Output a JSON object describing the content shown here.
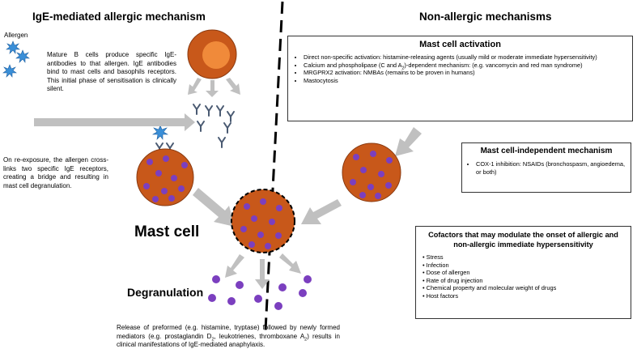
{
  "left_title": "IgE-mediated allergic mechanism",
  "right_title": "Non-allergic mechanisms",
  "allergen_label": "Allergen",
  "sensitisation_text": "Mature B cells produce specific IgE-antibodies to that allergen. IgE antibodies bind to mast cells and basophils receptors. This initial phase of sensitisation is clinically silent.",
  "reexposure_text": "On re-exposure, the allergen cross-links two specific IgE receptors, creating a bridge and resulting in mast cell degranulation.",
  "mast_cell_label": "Mast cell",
  "degranulation_label": "Degranulation",
  "release_text": {
    "p1": "Release of preformed (e.g. histamine, tryptase) followed by newly formed mediators (e.g. prostaglandin D",
    "p1_sub": "2",
    "p2": ", leukotrienes, thromboxane A",
    "p2_sub": "2",
    "p3": ") results in clinical manifestations of IgE-mediated anaphylaxis."
  },
  "mast_cell_activation": {
    "title": "Mast cell activation",
    "items": [
      "Direct non-specific activation: histamine-releasing agents (usually mild or moderate immediate hypersensitivity)",
      "MRGPRX2 activation: NMBAs (remains to be proven in humans)",
      "Mastocytosis"
    ],
    "calcium_item": {
      "pre": "Calcium and phospholipase (C and A",
      "sub": "2",
      "post": ")-dependent mechanism:  (e.g. vancomycin and red man syndrome)"
    }
  },
  "independent": {
    "title": "Mast cell-independent mechanism",
    "items": [
      "COX-1 inhibition: NSAIDs (bronchospasm, angioedema, or both)"
    ]
  },
  "cofactors": {
    "title": "Cofactors that may modulate the onset of allergic and non-allergic immediate hypersensitivity",
    "items": [
      "Stress",
      "Infection",
      "Dose of allergen",
      "Rate of drug injection",
      "Chemical property and molecular weight of drugs",
      "Host factors"
    ]
  },
  "colors": {
    "cell_fill": "#c8581a",
    "cell_stroke": "#8a3a10",
    "nucleus": "#f08a3a",
    "granule": "#7b3fbf",
    "arrow": "#c0c0c0",
    "allergen": "#3a8fd8"
  }
}
